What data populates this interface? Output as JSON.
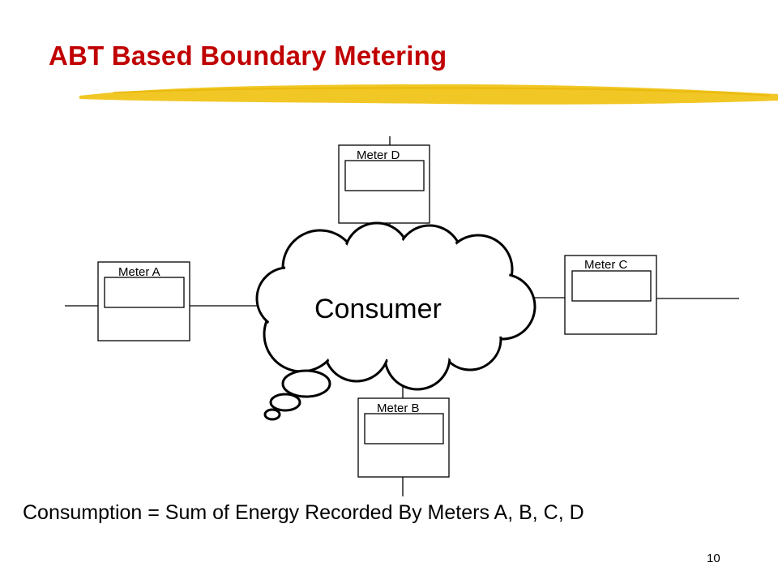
{
  "slide": {
    "title": "ABT Based Boundary Metering",
    "formula": "Consumption = Sum of Energy Recorded By Meters A, B, C, D",
    "page_number": "10"
  },
  "diagram": {
    "center_label": "Consumer",
    "meters": {
      "a": "Meter A",
      "b": "Meter B",
      "c": "Meter C",
      "d": "Meter D"
    }
  },
  "colors": {
    "title": "#c00000",
    "underline": "#f0c419",
    "line": "#000000"
  }
}
